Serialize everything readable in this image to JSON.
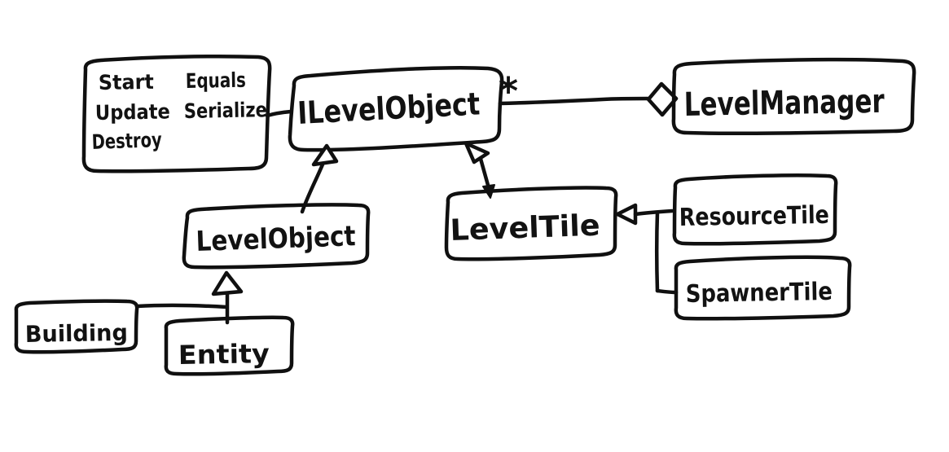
{
  "canvas": {
    "background": "#ffffff",
    "ink_color": "#101010",
    "style": "hand-drawn whiteboard sketch"
  },
  "nodes": {
    "methods_note": {
      "start": "Start",
      "equals": "Equals",
      "update": "Update",
      "serialize": "Serialize",
      "destroy": "Destroy"
    },
    "ilevelobject": {
      "label": "ILevelObject"
    },
    "levelmanager": {
      "label": "LevelManager"
    },
    "levelobject": {
      "label": "LevelObject"
    },
    "leveltile": {
      "label": "LevelTile"
    },
    "resourcetile": {
      "label": "ResourceTile"
    },
    "spawnertile": {
      "label": "SpawnerTile"
    },
    "building": {
      "label": "Building"
    },
    "entity": {
      "label": "Entity"
    }
  },
  "edges": {
    "aggregation": {
      "from": "ILevelObject",
      "to": "LevelManager",
      "type": "aggregation",
      "multiplicity": "*"
    },
    "levelobject_realizes": {
      "from": "LevelObject",
      "to": "ILevelObject",
      "type": "realization"
    },
    "leveltile_realizes": {
      "from": "LevelTile",
      "to": "ILevelObject",
      "type": "realization"
    },
    "resourcetile_extends": {
      "from": "ResourceTile",
      "to": "LevelTile",
      "type": "inheritance"
    },
    "spawnertile_extends": {
      "from": "SpawnerTile",
      "to": "LevelTile",
      "type": "inheritance"
    },
    "building_extends": {
      "from": "Building",
      "to": "LevelObject",
      "type": "inheritance"
    },
    "entity_extends": {
      "from": "Entity",
      "to": "LevelObject",
      "type": "inheritance"
    },
    "note_attachment": {
      "from": "methods_note",
      "to": "ILevelObject",
      "type": "note-connector"
    }
  }
}
